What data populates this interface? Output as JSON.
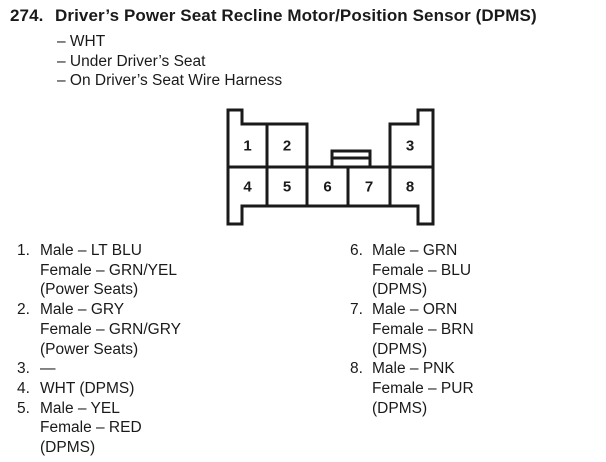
{
  "page": {
    "number": "274.",
    "title": "Driver’s Power Seat Recline Motor/Position Sensor (DPMS)",
    "details": [
      "– WHT",
      "– Under Driver’s Seat",
      "– On Driver’s Seat Wire Harness"
    ]
  },
  "connector": {
    "description": "8-cavity connector, two rows, center latch tab",
    "pins": [
      "1",
      "2",
      "3",
      "4",
      "5",
      "6",
      "7",
      "8"
    ]
  },
  "pin_list": {
    "left": [
      {
        "num": "1.",
        "lines": [
          "Male – LT BLU",
          "Female – GRN/YEL",
          "(Power Seats)"
        ]
      },
      {
        "num": "2.",
        "lines": [
          "Male – GRY",
          "Female – GRN/GRY",
          "(Power Seats)"
        ]
      },
      {
        "num": "3.",
        "lines": [
          "—"
        ]
      },
      {
        "num": "4.",
        "lines": [
          "WHT (DPMS)"
        ]
      },
      {
        "num": "5.",
        "lines": [
          "Male – YEL",
          "Female – RED",
          "(DPMS)"
        ]
      }
    ],
    "right": [
      {
        "num": "6.",
        "lines": [
          "Male – GRN",
          "Female – BLU",
          "(DPMS)"
        ]
      },
      {
        "num": "7.",
        "lines": [
          "Male – ORN",
          "Female – BRN",
          "(DPMS)"
        ]
      },
      {
        "num": "8.",
        "lines": [
          "Male – PNK",
          "Female – PUR",
          "(DPMS)"
        ]
      }
    ]
  },
  "colors": {
    "ink": "#1a1a1a",
    "paper": "#ffffff"
  }
}
